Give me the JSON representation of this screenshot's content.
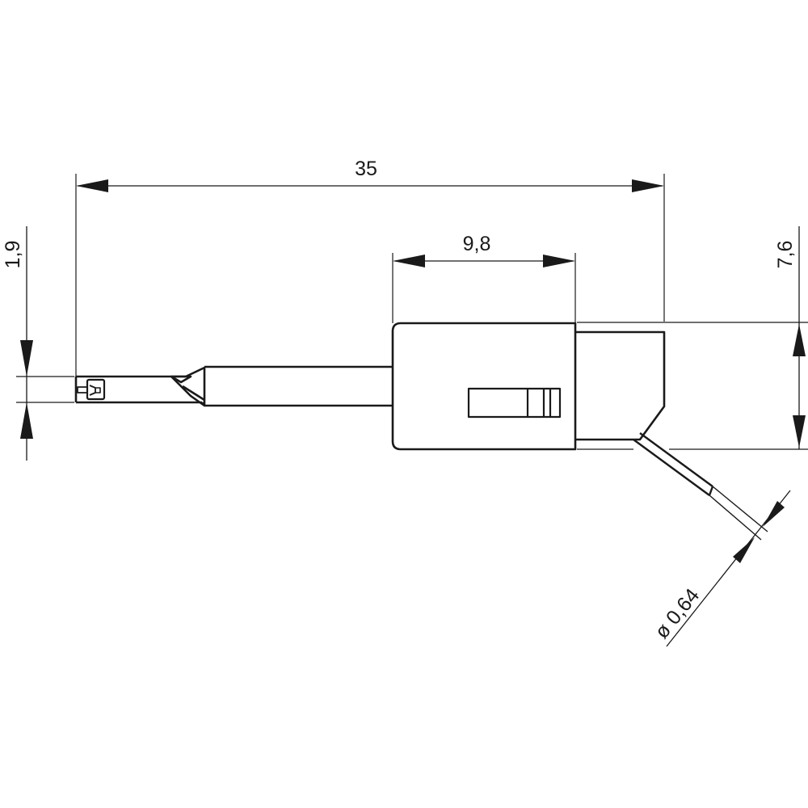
{
  "drawing": {
    "subject": "test probe / micro clip with wire",
    "units": "mm",
    "line_color": "#1a1a1a",
    "background": "#ffffff"
  },
  "dimensions": {
    "overall_length": {
      "label": "35",
      "orientation": "horizontal"
    },
    "housing_length": {
      "label": "9,8",
      "orientation": "horizontal"
    },
    "tip_height": {
      "label": "1,9",
      "orientation": "vertical"
    },
    "housing_height": {
      "label": "7,6",
      "orientation": "vertical"
    },
    "wire_diameter": {
      "label": "ø 0,64",
      "orientation": "diagonal"
    }
  }
}
